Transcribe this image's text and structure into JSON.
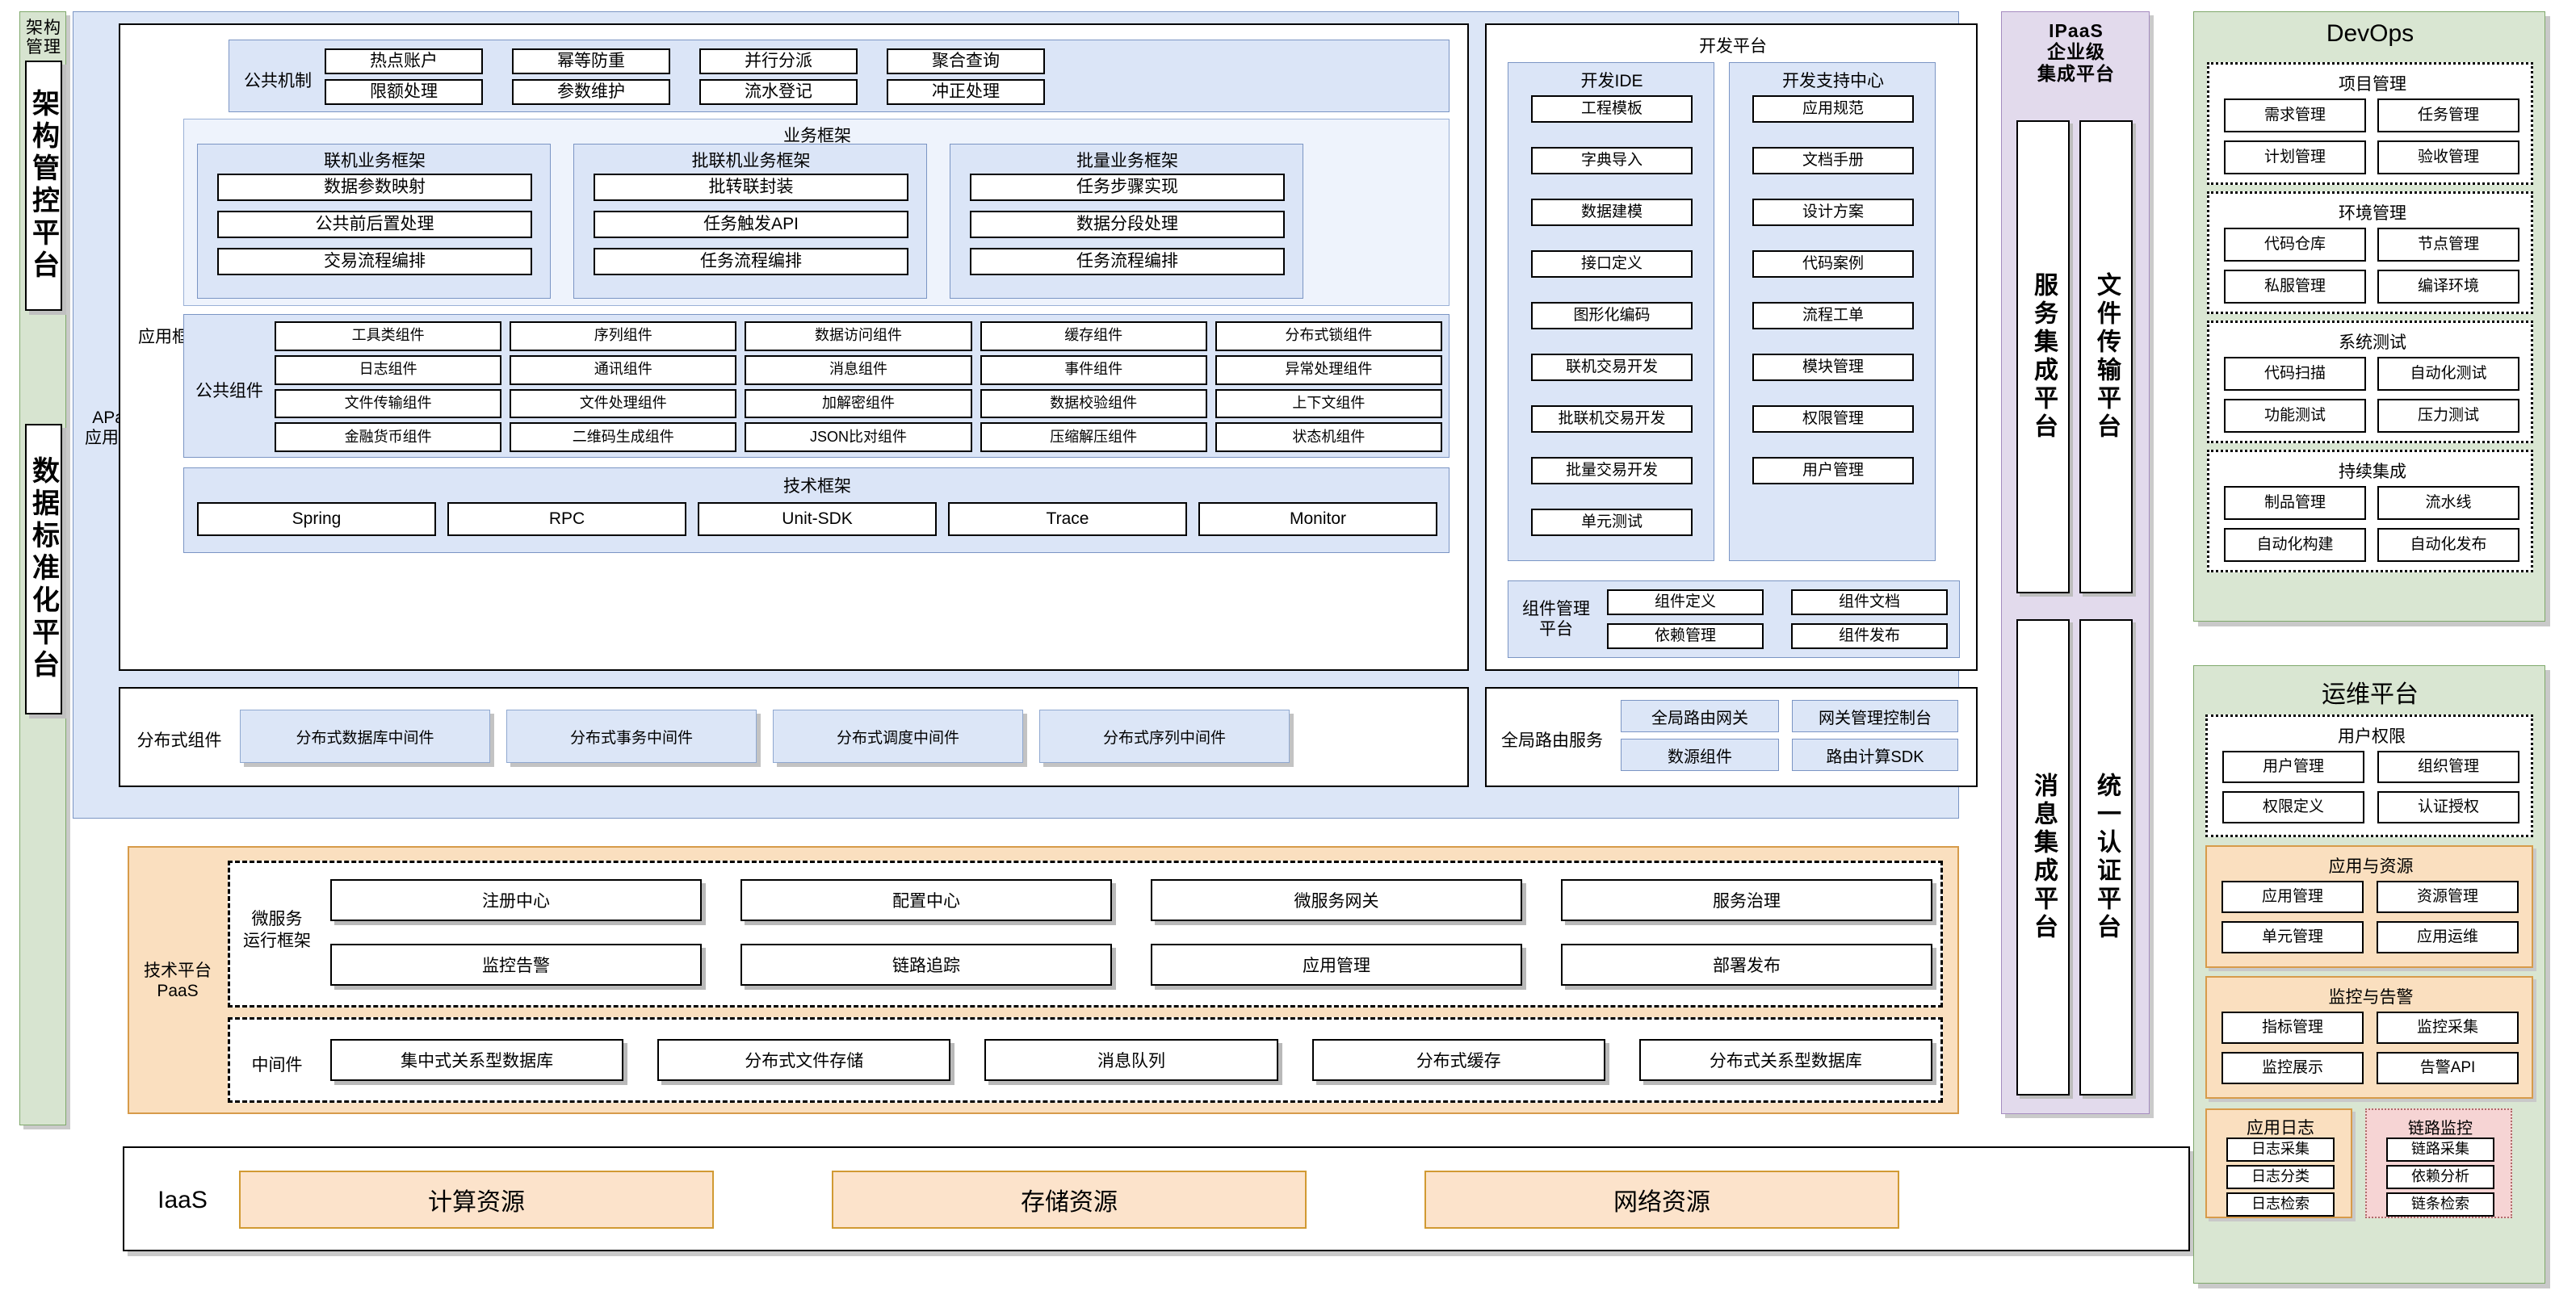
{
  "left_column": {
    "title": "架构\n管理",
    "title_lines": [
      "架构",
      "管理"
    ],
    "items": [
      "架构管控平台",
      "数据标准化平台"
    ]
  },
  "apaas": {
    "label_line1": "APaaS",
    "label_line2": "应用平台",
    "app_framework_label": "应用框架",
    "common_mechanism": {
      "label": "公共机制",
      "row1": [
        "热点账户",
        "幂等防重",
        "并行分派",
        "聚合查询"
      ],
      "row2": [
        "限额处理",
        "参数维护",
        "流水登记",
        "冲正处理"
      ]
    },
    "business_framework": {
      "title": "业务框架",
      "groups": [
        {
          "title": "联机业务框架",
          "items": [
            "数据参数映射",
            "公共前后置处理",
            "交易流程编排"
          ]
        },
        {
          "title": "批联机业务框架",
          "items": [
            "批转联封装",
            "任务触发API",
            "任务流程编排"
          ]
        },
        {
          "title": "批量业务框架",
          "items": [
            "任务步骤实现",
            "数据分段处理",
            "任务流程编排"
          ]
        }
      ]
    },
    "common_components": {
      "label": "公共组件",
      "rows": [
        [
          "工具类组件",
          "序列组件",
          "数据访问组件",
          "缓存组件",
          "分布式锁组件"
        ],
        [
          "日志组件",
          "通讯组件",
          "消息组件",
          "事件组件",
          "异常处理组件"
        ],
        [
          "文件传输组件",
          "文件处理组件",
          "加解密组件",
          "数据校验组件",
          "上下文组件"
        ],
        [
          "金融货币组件",
          "二维码生成组件",
          "JSON比对组件",
          "压缩解压组件",
          "状态机组件"
        ]
      ]
    },
    "tech_framework": {
      "title": "技术框架",
      "items": [
        "Spring",
        "RPC",
        "Unit-SDK",
        "Trace",
        "Monitor"
      ]
    },
    "dev_platform": {
      "title": "开发平台",
      "groups": [
        {
          "title": "开发IDE",
          "items": [
            "工程模板",
            "字典导入",
            "数据建模",
            "接口定义",
            "图形化编码",
            "联机交易开发",
            "批联机交易开发",
            "批量交易开发",
            "单元测试"
          ]
        },
        {
          "title": "开发支持中心",
          "items": [
            "应用规范",
            "文档手册",
            "设计方案",
            "代码案例",
            "流程工单",
            "模块管理",
            "权限管理",
            "用户管理"
          ]
        }
      ]
    },
    "component_platform": {
      "label_lines": [
        "组件管理",
        "平台"
      ],
      "items": [
        "组件定义",
        "组件文档",
        "依赖管理",
        "组件发布"
      ]
    },
    "distributed_components": {
      "label": "分布式组件",
      "items": [
        "分布式数据库中间件",
        "分布式事务中间件",
        "分布式调度中间件",
        "分布式序列中间件"
      ]
    },
    "global_routing": {
      "label": "全局路由服务",
      "items": [
        "全局路由网关",
        "网关管理控制台",
        "数源组件",
        "路由计算SDK"
      ]
    }
  },
  "paas": {
    "label_line1": "技术平台",
    "label_line2": "PaaS",
    "microservice": {
      "label_lines": [
        "微服务",
        "运行框架"
      ],
      "row1": [
        "注册中心",
        "配置中心",
        "微服务网关",
        "服务治理"
      ],
      "row2": [
        "监控告警",
        "链路追踪",
        "应用管理",
        "部署发布"
      ]
    },
    "middleware": {
      "label": "中间件",
      "items": [
        "集中式关系型数据库",
        "分布式文件存储",
        "消息队列",
        "分布式缓存",
        "分布式关系型数据库"
      ]
    }
  },
  "iaas": {
    "label": "IaaS",
    "items": [
      "计算资源",
      "存储资源",
      "网络资源"
    ]
  },
  "ipaas": {
    "title_lines": [
      "IPaaS",
      "企业级",
      "集成平台"
    ],
    "items": [
      "服务集成平台",
      "文件传输平台",
      "消息集成平台",
      "统一认证平台"
    ]
  },
  "devops": {
    "title": "DevOps",
    "sections": [
      {
        "title": "项目管理",
        "items": [
          "需求管理",
          "任务管理",
          "计划管理",
          "验收管理"
        ]
      },
      {
        "title": "环境管理",
        "items": [
          "代码仓库",
          "节点管理",
          "私服管理",
          "编译环境"
        ]
      },
      {
        "title": "系统测试",
        "items": [
          "代码扫描",
          "自动化测试",
          "功能测试",
          "压力测试"
        ]
      },
      {
        "title": "持续集成",
        "items": [
          "制品管理",
          "流水线",
          "自动化构建",
          "自动化发布"
        ]
      }
    ]
  },
  "ops": {
    "title": "运维平台",
    "sections": [
      {
        "title": "用户权限",
        "style": "dotted",
        "items": [
          "用户管理",
          "组织管理",
          "权限定义",
          "认证授权"
        ]
      },
      {
        "title": "应用与资源",
        "style": "orange",
        "items": [
          "应用管理",
          "资源管理",
          "单元管理",
          "应用运维"
        ]
      },
      {
        "title": "监控与告警",
        "style": "orange",
        "items": [
          "指标管理",
          "监控采集",
          "监控展示",
          "告警API"
        ]
      }
    ],
    "app_log": {
      "title": "应用日志",
      "items": [
        "日志采集",
        "日志分类",
        "日志检索"
      ]
    },
    "trace_monitor": {
      "title": "链路监控",
      "items": [
        "链路采集",
        "依赖分析",
        "链条检索"
      ]
    }
  },
  "colors": {
    "apaas_blue": "#dce6f7",
    "paas_orange": "#fadfbf",
    "green_panel": "#d9e6d2",
    "purple_panel": "#e2daec",
    "pink_panel": "#f6d4d4"
  }
}
